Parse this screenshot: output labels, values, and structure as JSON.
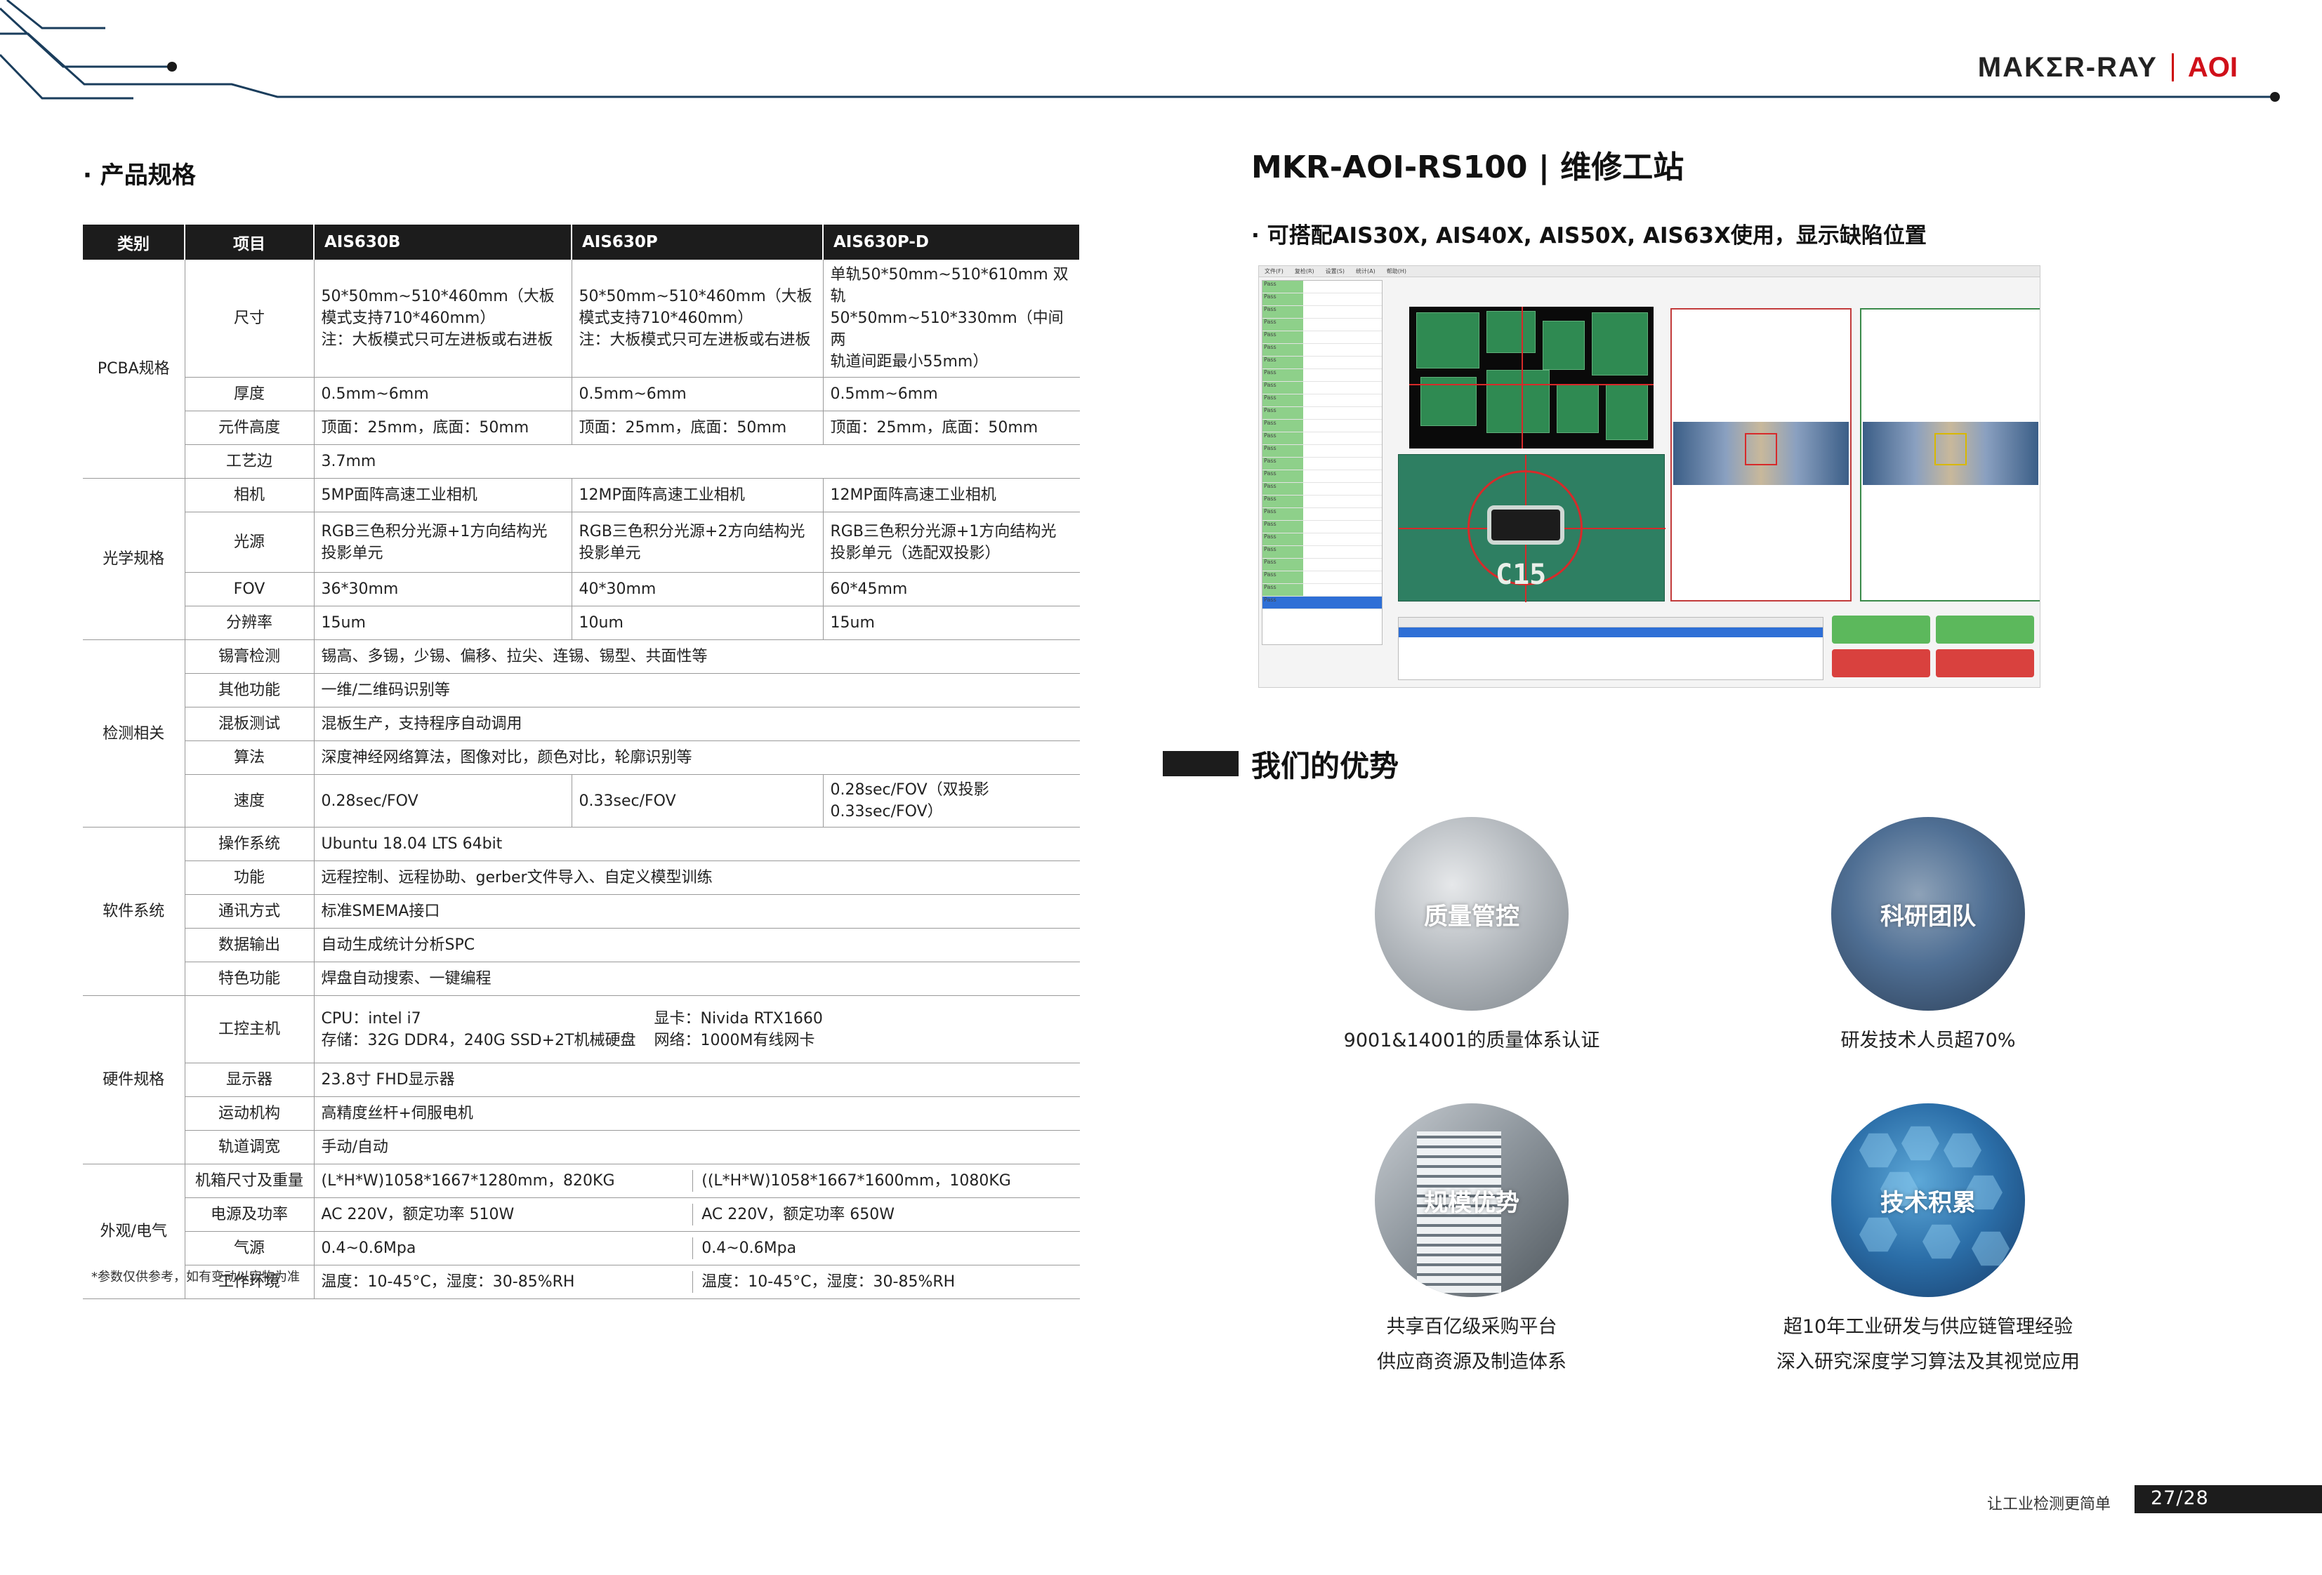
{
  "brand": {
    "maker": "MAKΣR-RAY",
    "aoi": "AOI"
  },
  "left": {
    "section_title": "· 产品规格",
    "table": {
      "headers": [
        "类别",
        "项目",
        "AIS630B",
        "AIS630P",
        "AIS630P-D"
      ],
      "pcba": {
        "cat": "PCBA规格",
        "size_label": "尺寸",
        "size_b": [
          "50*50mm~510*460mm（大板",
          "模式支持710*460mm）",
          "注：大板模式只可左进板或右进板"
        ],
        "size_p": [
          "50*50mm~510*460mm（大板",
          "模式支持710*460mm）",
          "注：大板模式只可左进板或右进板"
        ],
        "size_d": [
          "单轨50*50mm~510*610mm 双轨",
          "50*50mm~510*330mm（中间两",
          "轨道间距最小55mm）"
        ],
        "thick_label": "厚度",
        "thick": [
          "0.5mm~6mm",
          "0.5mm~6mm",
          "0.5mm~6mm"
        ],
        "height_label": "元件高度",
        "height": [
          "顶面：25mm，底面：50mm",
          "顶面：25mm，底面：50mm",
          "顶面：25mm，底面：50mm"
        ],
        "edge_label": "工艺边",
        "edge": "3.7mm"
      },
      "optics": {
        "cat": "光学规格",
        "camera_label": "相机",
        "camera": [
          "5MP面阵高速工业相机",
          "12MP面阵高速工业相机",
          "12MP面阵高速工业相机"
        ],
        "light_label": "光源",
        "light_b": [
          "RGB三色积分光源+1方向结构光",
          "投影单元"
        ],
        "light_p": [
          "RGB三色积分光源+2方向结构光",
          "投影单元"
        ],
        "light_d": [
          "RGB三色积分光源+1方向结构光",
          "投影单元（选配双投影）"
        ],
        "fov_label": "FOV",
        "fov": [
          "36*30mm",
          "40*30mm",
          "60*45mm"
        ],
        "res_label": "分辨率",
        "res": [
          "15um",
          "10um",
          "15um"
        ]
      },
      "inspect": {
        "cat": "检测相关",
        "solder_label": "锡膏检测",
        "solder": "锡高、多锡，少锡、偏移、拉尖、连锡、锡型、共面性等",
        "other_label": "其他功能",
        "other": "一维/二维码识别等",
        "mixed_label": "混板测试",
        "mixed": "混板生产，支持程序自动调用",
        "algo_label": "算法",
        "algo": "深度神经网络算法，图像对比，颜色对比，轮廓识别等",
        "speed_label": "速度",
        "speed": [
          "0.28sec/FOV",
          "0.33sec/FOV",
          "0.28sec/FOV（双投影0.33sec/FOV）"
        ]
      },
      "software": {
        "cat": "软件系统",
        "os_label": "操作系统",
        "os": "Ubuntu 18.04 LTS 64bit",
        "func_label": "功能",
        "func": "远程控制、远程协助、gerber文件导入、自定义模型训练",
        "comm_label": "通讯方式",
        "comm": "标准SMEMA接口",
        "data_label": "数据输出",
        "data": "自动生成统计分析SPC",
        "feat_label": "特色功能",
        "feat": "焊盘自动搜索、一键编程"
      },
      "hardware": {
        "cat": "硬件规格",
        "ipc_label": "工控主机",
        "cpu": "CPU：intel i7",
        "storage": "存储：32G DDR4，240G SSD+2T机械硬盘",
        "gpu": "显卡：Nivida RTX1660",
        "net": "网络：1000M有线网卡",
        "display_label": "显示器",
        "display": "23.8寸 FHD显示器",
        "motion_label": "运动机构",
        "motion": "高精度丝杆+伺服电机",
        "rail_label": "轨道调宽",
        "rail": "手动/自动"
      },
      "appearance": {
        "cat": "外观/电气",
        "dim_label": "机箱尺寸及重量",
        "dim": [
          "(L*H*W)1058*1667*1280mm，820KG",
          "((L*H*W)1058*1667*1600mm，1080KG"
        ],
        "power_label": "电源及功率",
        "power": [
          "AC 220V，额定功率 510W",
          "AC 220V，额定功率 650W"
        ],
        "air_label": "气源",
        "air": [
          "0.4~0.6Mpa",
          "0.4~0.6Mpa"
        ],
        "env_label": "工作环境",
        "env": [
          "温度：10-45°C，湿度：30-85%RH",
          "温度：10-45°C，湿度：30-85%RH"
        ]
      }
    },
    "footnote": "*参数仅供参考，如有变动以实物为准"
  },
  "right": {
    "title": "MKR-AOI-RS100 | 维修工站",
    "subtitle": "· 可搭配AIS30X, AIS40X, AIS50X, AIS63X使用，显示缺陷位置",
    "screenshot": {
      "menus": [
        "文件(F)",
        "复检(R)",
        "设置(S)",
        "统计(A)",
        "帮助(H)"
      ],
      "rows": [
        "Pass",
        "Pass",
        "Pass",
        "Pass",
        "Pass",
        "Pass",
        "Pass",
        "Pass",
        "Pass",
        "Pass",
        "Pass",
        "Pass",
        "Pass",
        "Pass",
        "Pass",
        "Pass",
        "Pass",
        "Pass",
        "Pass",
        "Pass",
        "Pass",
        "Pass",
        "Pass",
        "Pass",
        "Pass",
        "Pass"
      ],
      "board_label": "C15",
      "colors": {
        "pass": "#8ed08a",
        "selected": "#2e6fd6",
        "ok": "#5cb85c",
        "ng": "#d9413e",
        "marker": "#d72a2a"
      }
    },
    "advantages_title": "我们的优势",
    "advantages": [
      {
        "label": "质量管控",
        "caption": [
          "9001&14001的质量体系认证"
        ]
      },
      {
        "label": "科研团队",
        "caption": [
          "研发技术人员超70%"
        ]
      },
      {
        "label": "规模优势",
        "caption": [
          "共享百亿级采购平台",
          "供应商资源及制造体系"
        ]
      },
      {
        "label": "技术积累",
        "caption": [
          "超10年工业研发与供应链管理经验",
          "深入研究深度学习算法及其视觉应用"
        ]
      }
    ],
    "footer_text": "让工业检测更简单",
    "page": "27/28"
  },
  "colors": {
    "accent": "#d0101a",
    "ink": "#1c1c1c",
    "circuit": "#1a3d5c"
  }
}
